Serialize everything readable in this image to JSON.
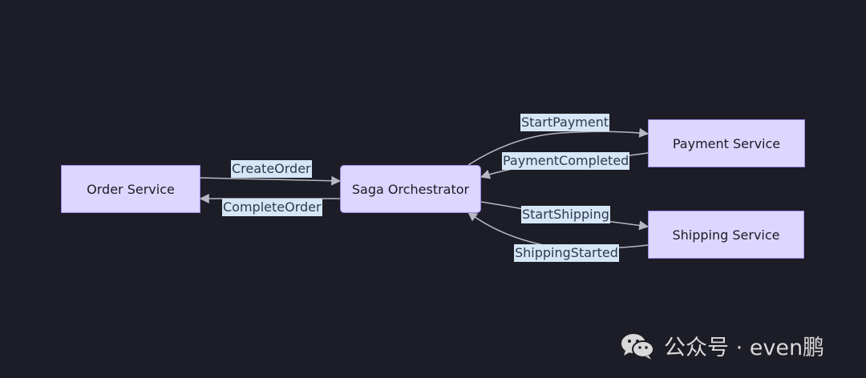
{
  "nodes": {
    "order_service": "Order Service",
    "saga_orchestrator": "Saga Orchestrator",
    "payment_service": "Payment Service",
    "shipping_service": "Shipping Service"
  },
  "edges": {
    "create_order": "CreateOrder",
    "complete_order": "CompleteOrder",
    "start_payment": "StartPayment",
    "payment_completed": "PaymentCompleted",
    "start_shipping": "StartShipping",
    "shipping_started": "ShippingStarted"
  },
  "watermark": {
    "text": "公众号 · even鹏"
  },
  "colors": {
    "background": "#1c1d26",
    "node_fill": "#ddd6ff",
    "node_border": "#9a86e6",
    "edge_label_fill": "#d6e6f7",
    "edge_line": "#b8b8c4"
  }
}
